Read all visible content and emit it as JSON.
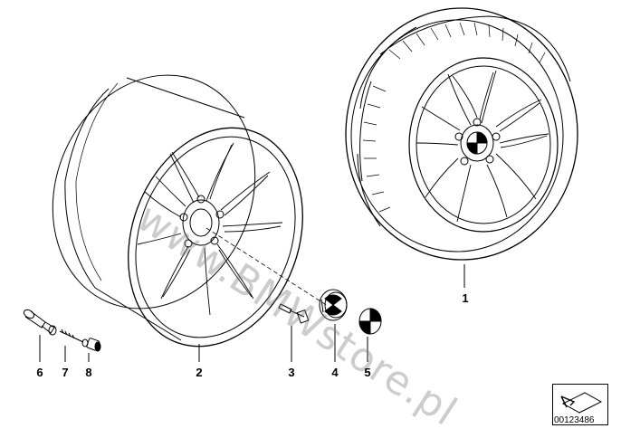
{
  "diagram": {
    "callouts": [
      "1",
      "2",
      "3",
      "4",
      "5",
      "6",
      "7",
      "8"
    ],
    "watermark": "www.BMWstore.pl",
    "reference_number": "00123486",
    "reference_icon": "arrow-to-plane-icon"
  }
}
